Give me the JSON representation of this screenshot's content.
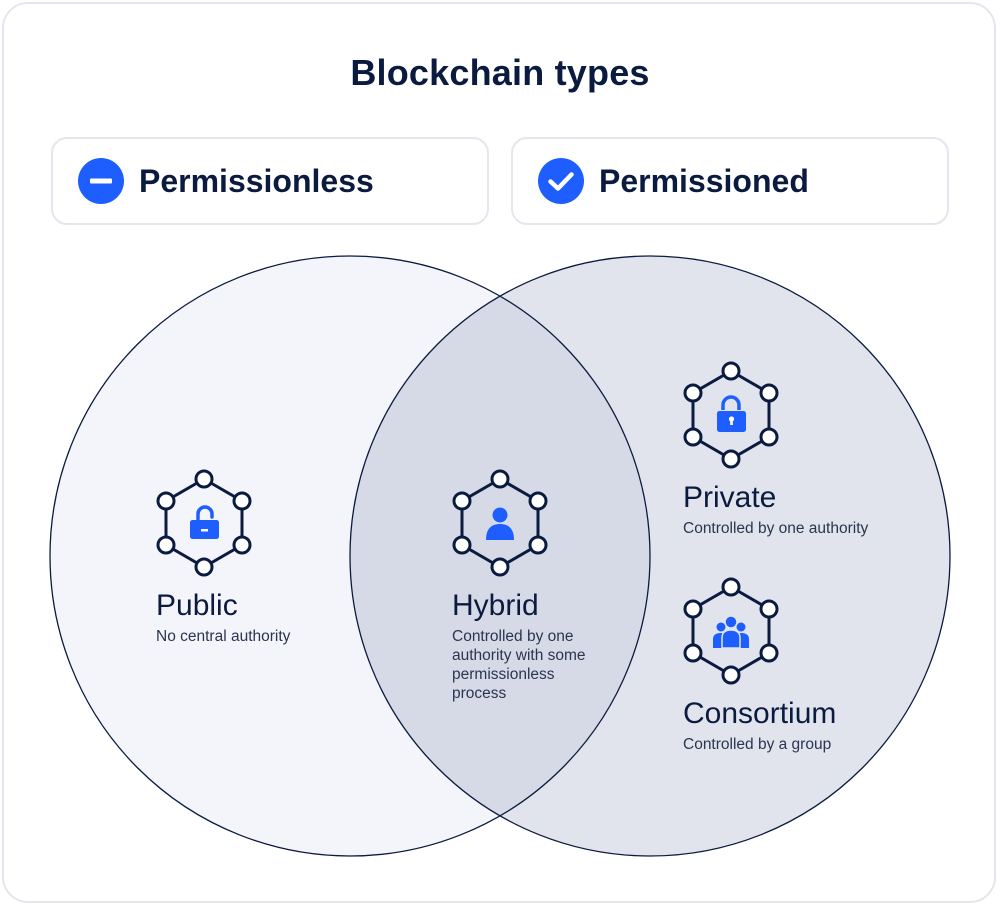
{
  "title": "Blockchain types",
  "pills": {
    "left": {
      "label": "Permissionless",
      "icon": "minus-circle-icon"
    },
    "right": {
      "label": "Permissioned",
      "icon": "check-circle-icon"
    }
  },
  "colors": {
    "accent": "#1e5eff",
    "text": "#0b1b3f",
    "left_circle_fill": "#f3f5fb",
    "right_circle_fill": "#e1e4ec",
    "overlap_fill": "#d6dae6"
  },
  "nodes": {
    "public": {
      "name": "Public",
      "desc": [
        "No central authority"
      ],
      "icon": "unlocked-padlock-icon"
    },
    "hybrid": {
      "name": "Hybrid",
      "desc": [
        "Controlled by one",
        "authority with some",
        "permissionless",
        "process"
      ],
      "icon": "person-icon"
    },
    "private": {
      "name": "Private",
      "desc": [
        "Controlled by one authority"
      ],
      "icon": "locked-padlock-icon"
    },
    "consortium": {
      "name": "Consortium",
      "desc": [
        "Controlled by a group"
      ],
      "icon": "group-icon"
    }
  }
}
